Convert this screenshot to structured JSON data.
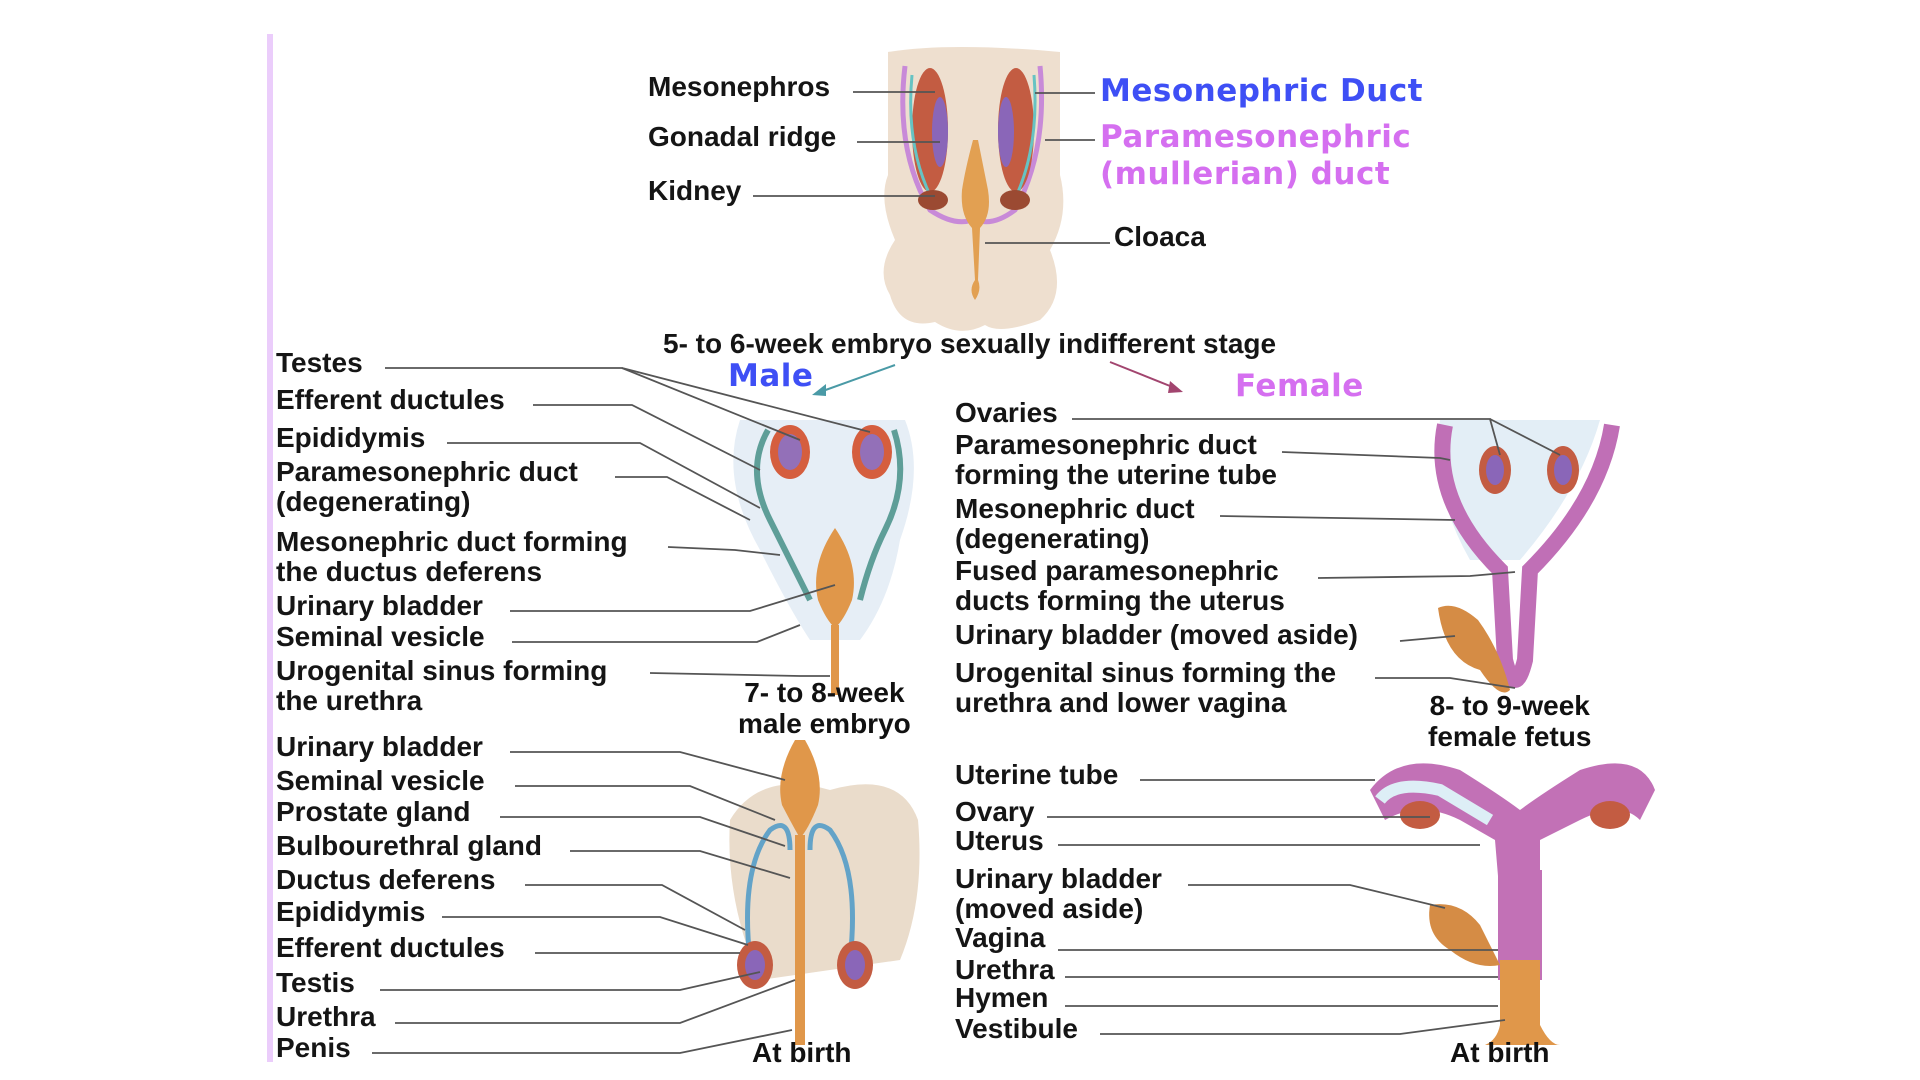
{
  "colors": {
    "accent_bar": "#ebcdfb",
    "male_heading": "#3e4ff5",
    "female_heading": "#d56ff0",
    "mesonephric_duct_label": "#3e4ff5",
    "paramesonephric_label": "#d56ff0",
    "leader_line": "#555555"
  },
  "indifferent_stage": {
    "labels_left": [
      "Mesonephros",
      "Gonadal ridge",
      "Kidney"
    ],
    "labels_right": {
      "mesonephric_duct": "Mesonephric Duct",
      "paramesonephric_duct": "Paramesonephric\n(mullerian) duct",
      "cloaca": "Cloaca"
    },
    "caption": "5- to 6-week embryo sexually indifferent stage"
  },
  "headings": {
    "male": "Male",
    "female": "Female"
  },
  "male_embryo": {
    "labels": [
      "Testes",
      "Efferent ductules",
      "Epididymis",
      "Paramesonephric duct\n(degenerating)",
      "Mesonephric duct forming\nthe ductus deferens",
      "Urinary bladder",
      "Seminal vesicle",
      "Urogenital sinus forming\nthe urethra"
    ],
    "caption": "7- to 8-week\nmale embryo"
  },
  "male_birth": {
    "labels": [
      "Urinary bladder",
      "Seminal vesicle",
      "Prostate gland",
      "Bulbourethral gland",
      "Ductus deferens",
      "Epididymis",
      "Efferent ductules",
      "Testis",
      "Urethra",
      "Penis"
    ],
    "caption": "At birth"
  },
  "female_fetus": {
    "labels": [
      "Ovaries",
      "Paramesonephric duct\nforming the uterine tube",
      "Mesonephric duct\n(degenerating)",
      "Fused paramesonephric\nducts forming the uterus",
      "Urinary bladder (moved aside)",
      "Urogenital sinus forming the\nurethra and lower vagina"
    ],
    "caption": "8- to 9-week\nfemale fetus"
  },
  "female_birth": {
    "labels": [
      "Uterine tube",
      "Ovary",
      "Uterus",
      "Urinary bladder\n(moved aside)",
      "Vagina",
      "Urethra",
      "Hymen",
      "Vestibule"
    ],
    "caption": "At birth"
  }
}
